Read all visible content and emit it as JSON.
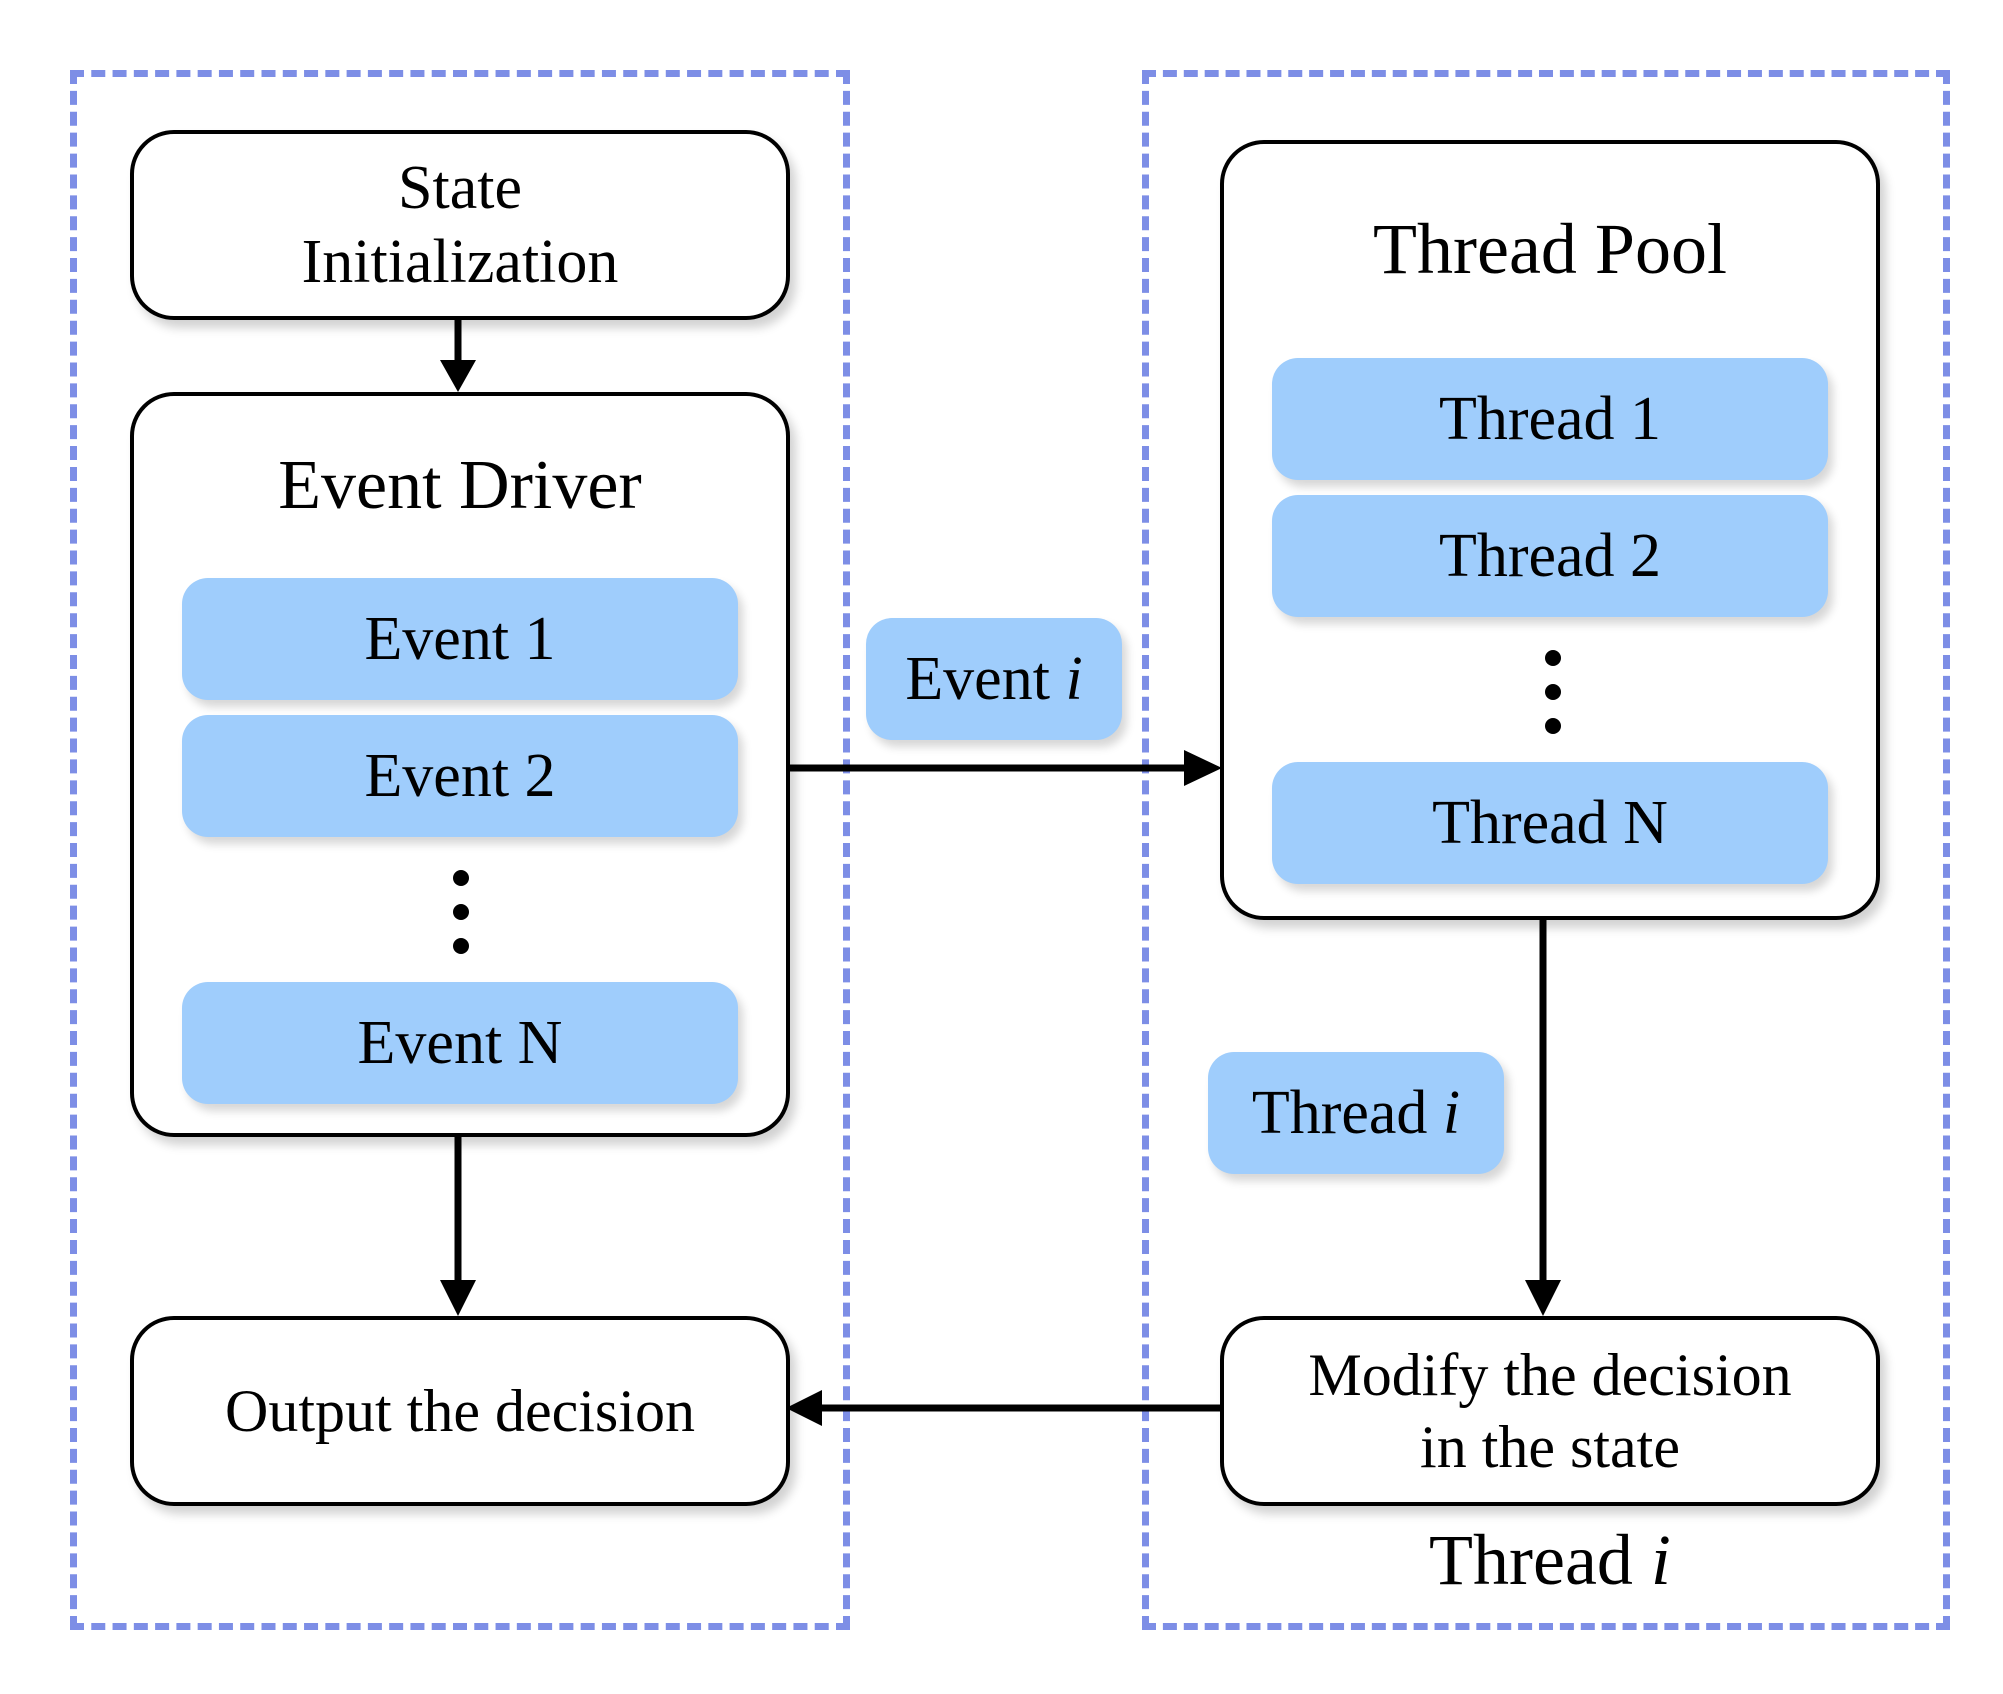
{
  "groups": {
    "right_caption": "Thread",
    "right_caption_var": "i"
  },
  "state_init": {
    "line1": "State",
    "line2": "Initialization"
  },
  "event_driver": {
    "title": "Event Driver",
    "events": [
      "Event 1",
      "Event 2",
      "Event N"
    ]
  },
  "event_i": {
    "text": "Event",
    "var": "i"
  },
  "thread_pool": {
    "title": "Thread Pool",
    "threads": [
      "Thread 1",
      "Thread 2",
      "Thread N"
    ]
  },
  "thread_i": {
    "text": "Thread",
    "var": "i"
  },
  "modify": {
    "line1": "Modify the decision",
    "line2": "in the state"
  },
  "output": {
    "text": "Output the decision"
  },
  "colors": {
    "group_border": "#7d8ee6",
    "pill_fill": "#9fcdfc",
    "stroke": "#000000"
  }
}
